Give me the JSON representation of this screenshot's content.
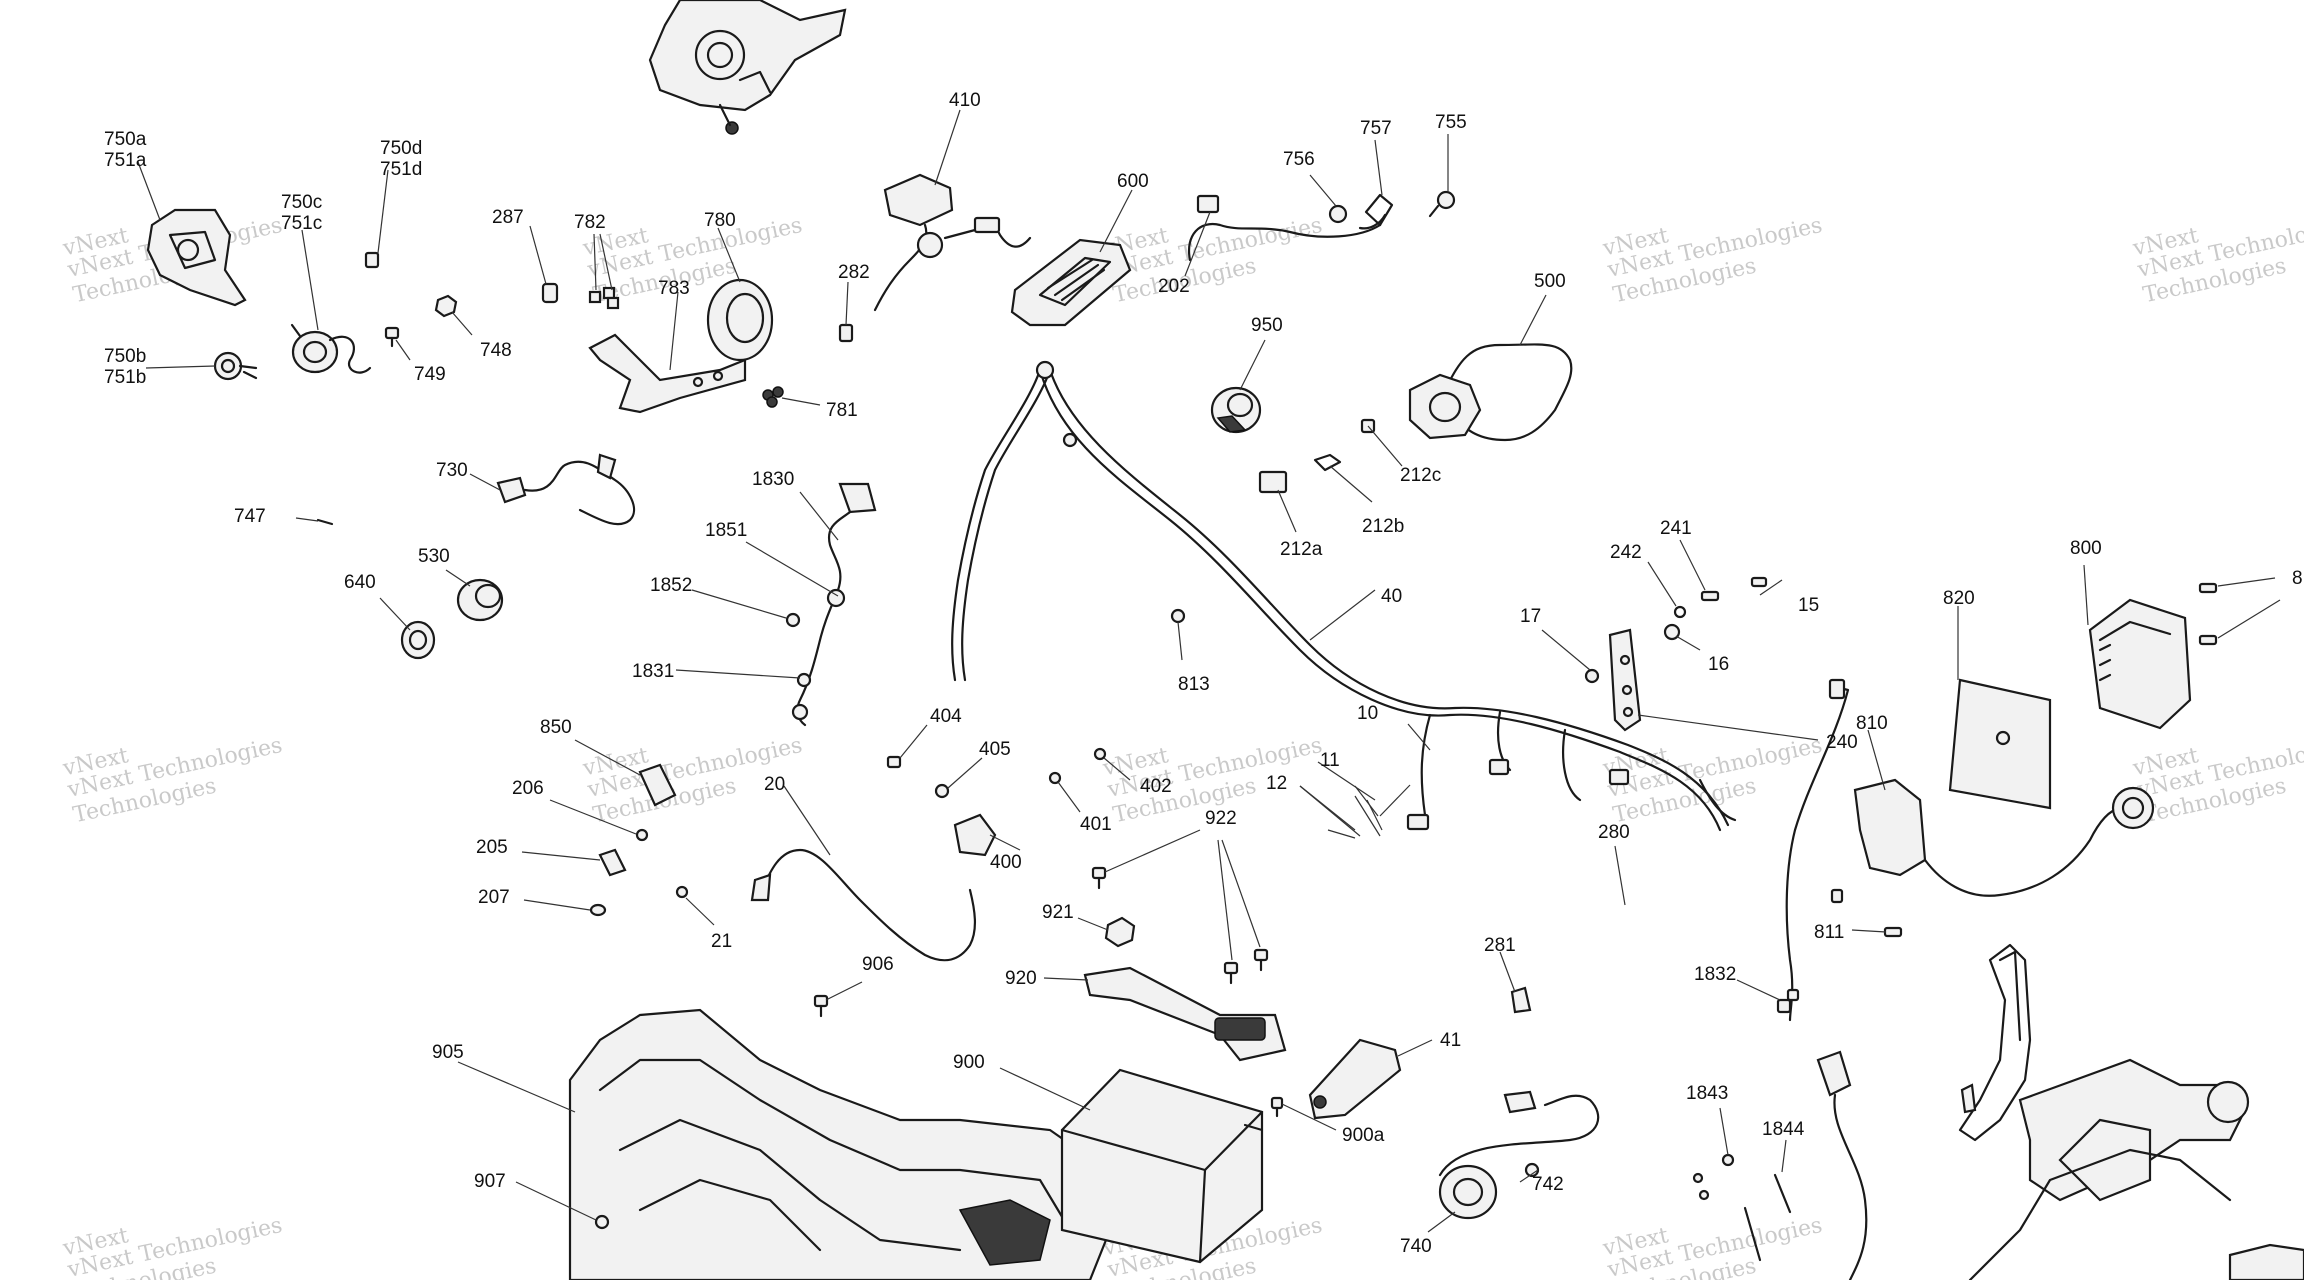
{
  "callouts": [
    {
      "id": "750a",
      "text": "750a"
    },
    {
      "id": "751a",
      "text": "751a"
    },
    {
      "id": "750c",
      "text": "750c"
    },
    {
      "id": "751c",
      "text": "751c"
    },
    {
      "id": "750d",
      "text": "750d"
    },
    {
      "id": "751d",
      "text": "751d"
    },
    {
      "id": "750b",
      "text": "750b"
    },
    {
      "id": "751b",
      "text": "751b"
    },
    {
      "id": "749",
      "text": "749"
    },
    {
      "id": "748",
      "text": "748"
    },
    {
      "id": "287",
      "text": "287"
    },
    {
      "id": "782",
      "text": "782"
    },
    {
      "id": "780",
      "text": "780"
    },
    {
      "id": "783",
      "text": "783"
    },
    {
      "id": "781",
      "text": "781"
    },
    {
      "id": "282",
      "text": "282"
    },
    {
      "id": "410",
      "text": "410"
    },
    {
      "id": "600",
      "text": "600"
    },
    {
      "id": "202",
      "text": "202"
    },
    {
      "id": "756",
      "text": "756"
    },
    {
      "id": "757",
      "text": "757"
    },
    {
      "id": "755",
      "text": "755"
    },
    {
      "id": "950",
      "text": "950"
    },
    {
      "id": "500",
      "text": "500"
    },
    {
      "id": "212c",
      "text": "212c"
    },
    {
      "id": "212a",
      "text": "212a"
    },
    {
      "id": "212b",
      "text": "212b"
    },
    {
      "id": "730",
      "text": "730"
    },
    {
      "id": "747",
      "text": "747"
    },
    {
      "id": "530",
      "text": "530"
    },
    {
      "id": "640",
      "text": "640"
    },
    {
      "id": "1830",
      "text": "1830"
    },
    {
      "id": "1851",
      "text": "1851"
    },
    {
      "id": "1852",
      "text": "1852"
    },
    {
      "id": "1831",
      "text": "1831"
    },
    {
      "id": "813",
      "text": "813"
    },
    {
      "id": "40",
      "text": "40"
    },
    {
      "id": "17",
      "text": "17"
    },
    {
      "id": "241",
      "text": "241"
    },
    {
      "id": "242",
      "text": "242"
    },
    {
      "id": "15",
      "text": "15"
    },
    {
      "id": "16",
      "text": "16"
    },
    {
      "id": "800",
      "text": "800"
    },
    {
      "id": "820",
      "text": "820"
    },
    {
      "id": "8xx",
      "text": "8"
    },
    {
      "id": "240",
      "text": "240"
    },
    {
      "id": "810",
      "text": "810"
    },
    {
      "id": "10",
      "text": "10"
    },
    {
      "id": "11",
      "text": "11"
    },
    {
      "id": "12",
      "text": "12"
    },
    {
      "id": "850",
      "text": "850"
    },
    {
      "id": "206",
      "text": "206"
    },
    {
      "id": "205",
      "text": "205"
    },
    {
      "id": "207",
      "text": "207"
    },
    {
      "id": "20",
      "text": "20"
    },
    {
      "id": "21",
      "text": "21"
    },
    {
      "id": "404",
      "text": "404"
    },
    {
      "id": "405",
      "text": "405"
    },
    {
      "id": "400",
      "text": "400"
    },
    {
      "id": "402",
      "text": "402"
    },
    {
      "id": "401",
      "text": "401"
    },
    {
      "id": "922",
      "text": "922"
    },
    {
      "id": "921",
      "text": "921"
    },
    {
      "id": "280",
      "text": "280"
    },
    {
      "id": "811",
      "text": "811"
    },
    {
      "id": "1832",
      "text": "1832"
    },
    {
      "id": "906",
      "text": "906"
    },
    {
      "id": "920",
      "text": "920"
    },
    {
      "id": "281",
      "text": "281"
    },
    {
      "id": "905",
      "text": "905"
    },
    {
      "id": "900",
      "text": "900"
    },
    {
      "id": "41",
      "text": "41"
    },
    {
      "id": "900a",
      "text": "900a"
    },
    {
      "id": "742",
      "text": "742"
    },
    {
      "id": "740",
      "text": "740"
    },
    {
      "id": "1843",
      "text": "1843"
    },
    {
      "id": "1844",
      "text": "1844"
    },
    {
      "id": "907",
      "text": "907"
    }
  ],
  "watermark": {
    "line1": "vNext Technologies",
    "line2": "Technologies",
    "line3": "vNext"
  }
}
